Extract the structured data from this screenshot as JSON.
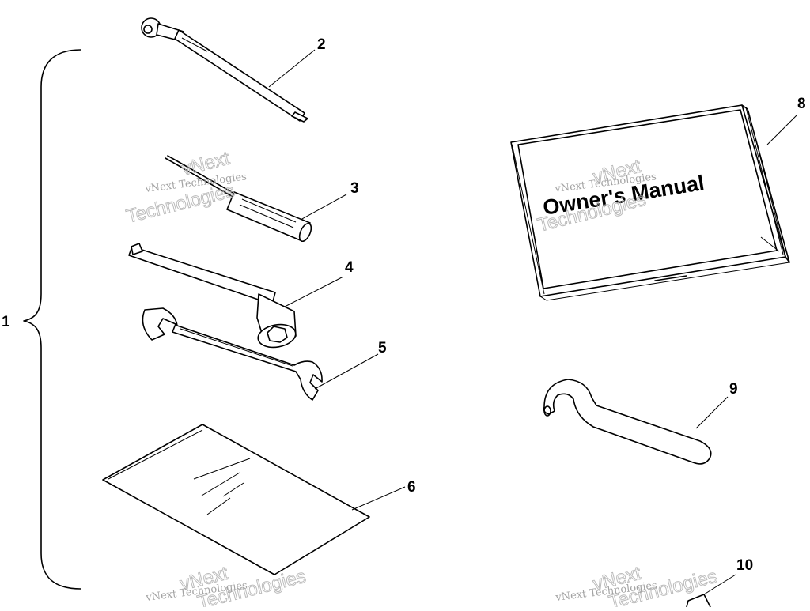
{
  "callouts": {
    "c1": "1",
    "c2": "2",
    "c3": "3",
    "c4": "4",
    "c5": "5",
    "c6": "6",
    "c8": "8",
    "c9": "9",
    "c10": "10"
  },
  "manual_cover_text": "Owner's Manual",
  "watermarks": {
    "small_text": "vNext Technologies",
    "big_line_1": "vNext",
    "big_line_2": "Technologies"
  },
  "colors": {
    "ink": "#000000",
    "paper": "#ffffff",
    "watermark": "#a0a0a0"
  }
}
